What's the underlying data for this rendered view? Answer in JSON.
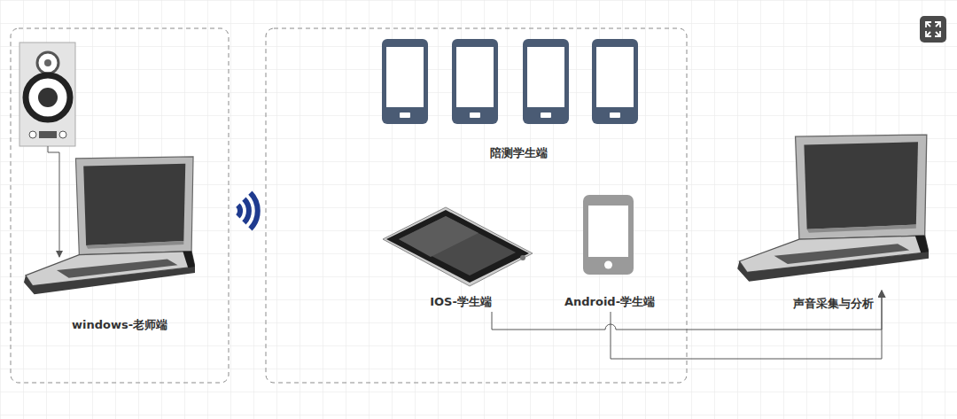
{
  "diagram": {
    "nodes": [
      {
        "text": [
          "windows-老师端"
        ]
      },
      {
        "text": [
          "陪测学生端"
        ]
      },
      {
        "text": [
          "IOS-学生端"
        ]
      },
      {
        "text": [
          "Android-学生端"
        ]
      },
      {
        "text": [
          "声音采集与分析"
        ]
      }
    ],
    "edges": [
      {
        "from": 2,
        "to": 4,
        "arrow": "to"
      },
      {
        "from": 3,
        "to": 4,
        "arrow": "to"
      }
    ]
  }
}
